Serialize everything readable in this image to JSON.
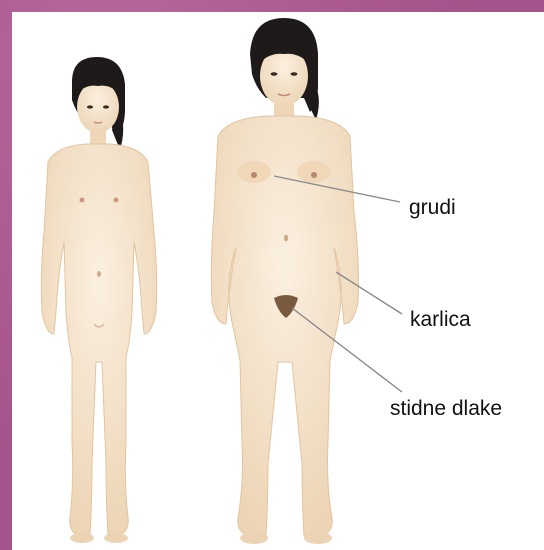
{
  "labels": {
    "breasts": "grudi",
    "pelvis": "karlica",
    "pubic_hair": "stidne dlake"
  },
  "colors": {
    "slide_background": "#a5538a",
    "panel": "#ffffff",
    "skin": "#f3dfc4",
    "skin_shadow": "#e6c9a6",
    "hair": "#1e1a1a",
    "leader_line": "#8a8a8a",
    "label_text": "#111111"
  }
}
